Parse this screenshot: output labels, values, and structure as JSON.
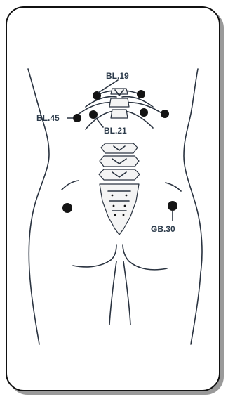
{
  "points": {
    "bl19": {
      "label": "BL.19"
    },
    "bl45": {
      "label": "BL.45"
    },
    "bl21": {
      "label": "BL.21"
    },
    "gb30": {
      "label": "GB.30"
    }
  },
  "colors": {
    "outline": "#2a3340",
    "point": "#141414",
    "text": "#2b3a4a",
    "frame": "#111111"
  }
}
